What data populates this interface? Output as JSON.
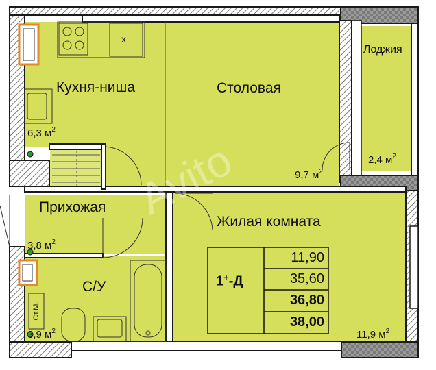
{
  "rooms": {
    "kitchen": {
      "name": "Кухня-ниша",
      "area": "6,3 м",
      "sup": "2"
    },
    "dining": {
      "name": "Столовая",
      "area": "9,7 м",
      "sup": "2"
    },
    "loggia": {
      "name": "Лоджия",
      "area": "2,4 м",
      "sup": "2"
    },
    "hallway": {
      "name": "Прихожая",
      "area": "3,8 м",
      "sup": "2"
    },
    "living": {
      "name": "Жилая комната",
      "area": "11,9 м",
      "sup": "2"
    },
    "bathroom": {
      "name": "С/У",
      "area": "3,9 м",
      "sup": "2"
    }
  },
  "unit": {
    "code": "1",
    "code_sup": "+",
    "code_suffix": "-Д",
    "rows": [
      "11,90",
      "35,60",
      "36,80",
      "38,00"
    ]
  },
  "labels": {
    "stove_x": "х",
    "riser": "Ст.М."
  },
  "watermark": "Avito",
  "colors": {
    "room_fill": "#d6df5c",
    "room_fill_light": "#dde67a",
    "wall": "#1a1a1a",
    "hatch": "#8a8a8a",
    "accent": "#e08a2a"
  }
}
